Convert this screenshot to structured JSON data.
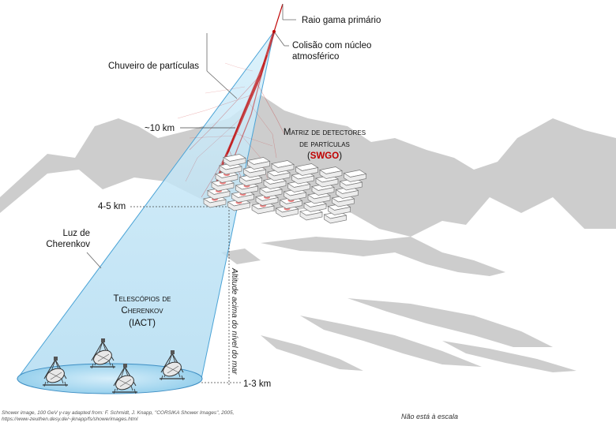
{
  "labels": {
    "primary_gamma": "Raio gama primário",
    "collision": "Colisão com núcleo atmosférico",
    "shower": "Chuveiro de partículas",
    "altitude_10km": "~10 km",
    "altitude_4_5km": "4-5 km",
    "altitude_1_3km": "1-3 km",
    "cherenkov_light": "Luz de Cherenkov",
    "detector_array_line1": "Matriz de detectores",
    "detector_array_line2": "de partículas",
    "detector_array_paren_open": "(",
    "detector_array_acronym": "SWGO",
    "detector_array_paren_close": ")",
    "telescopes_line1": "Telescópios de",
    "telescopes_line2": "Cherenkov",
    "telescopes_acronym": "(IACT)",
    "altitude_axis": "Altitude acima do nível do mar"
  },
  "footer": {
    "credit": "Shower image, 100 GeV γ-ray adapted from: F. Schmidt, J. Knapp, \"CORSIKA Shower Images\", 2005, https://www-zeuthen.desy.de/~jknapp/fs/showerimages.html",
    "scale_note": "Não está à escala"
  },
  "colors": {
    "mountain": "#cfcfcf",
    "cone": "#bfe3f5",
    "cone_edge": "#4aa3d6",
    "shower": "#c00000",
    "swgo_text": "#c00000",
    "detector_hit": "#f08080"
  }
}
